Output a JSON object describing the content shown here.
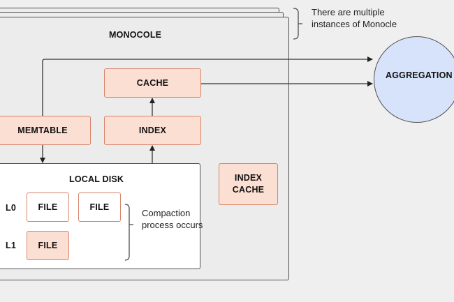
{
  "monocole": {
    "title": "MONOCOLE",
    "instances_note": "There are multiple instances of Monocle"
  },
  "components": {
    "cache": "CACHE",
    "index": "INDEX",
    "memtable": "MEMTABLE",
    "index_cache": "INDEX CACHE",
    "aggregation": "AGGREGATION"
  },
  "local_disk": {
    "title": "LOCAL DISK",
    "levels": [
      {
        "name": "L0",
        "files": [
          "FILE",
          "FILE"
        ]
      },
      {
        "name": "L1",
        "files": [
          "FILE"
        ]
      }
    ],
    "compaction_note": "Compaction process occurs"
  },
  "colors": {
    "component_fill": "#fbdfd2",
    "component_border": "#d8846b",
    "aggregation_fill": "#d7e3fb",
    "panel_fill": "#ececec",
    "line": "#4f4f4f"
  }
}
